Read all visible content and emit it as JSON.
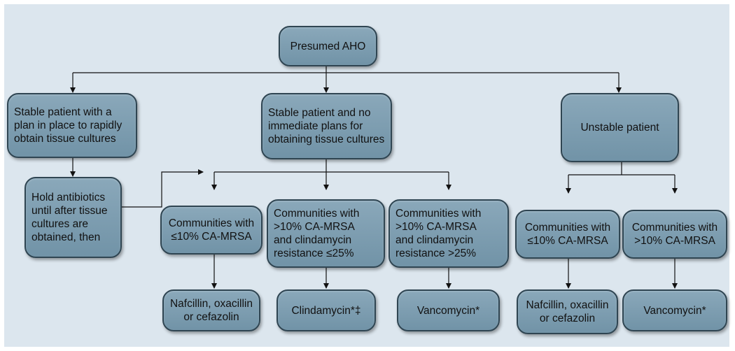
{
  "nodes": {
    "root": "Presumed AHO",
    "stable_rapid": "Stable patient with a\nplan in place to rapidly\nobtain tissue cultures",
    "stable_no_plan": "Stable patient and no\nimmediate plans for\nobtaining tissue cultures",
    "unstable": "Unstable patient",
    "hold_antibiotics": "Hold antibiotics\nuntil after tissue\ncultures are\nobtained, then",
    "comm_le10_a": "Communities with\n≤10% CA-MRSA",
    "comm_gt10_clin_le25": "Communities with\n>10% CA-MRSA\nand clindamycin\nresistance ≤25%",
    "comm_gt10_clin_gt25": "Communities with\n>10% CA-MRSA\nand clindamycin\nresistance >25%",
    "comm_le10_b": "Communities with\n≤10% CA-MRSA",
    "comm_gt10_b": "Communities with\n>10% CA-MRSA",
    "rx_nafcillin_a": "Nafcillin, oxacillin\nor cefazolin",
    "rx_clindamycin": "Clindamycin*‡",
    "rx_vancomycin_a": "Vancomycin*",
    "rx_nafcillin_b": "Nafcillin, oxacillin\nor cefazolin",
    "rx_vancomycin_b": "Vancomycin*"
  }
}
